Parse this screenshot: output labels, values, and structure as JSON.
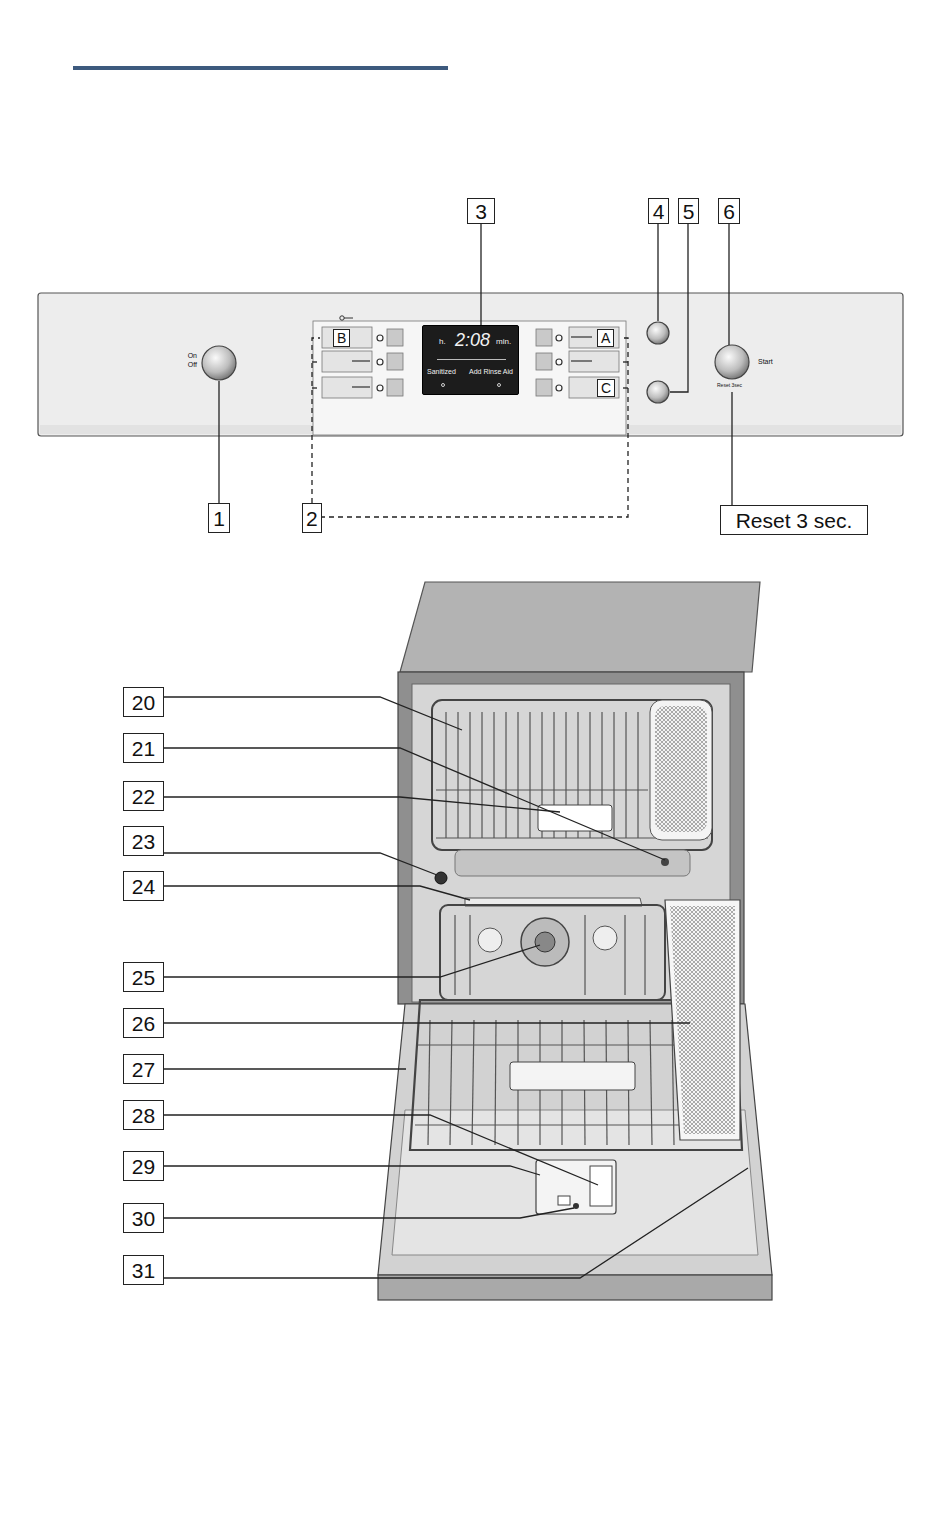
{
  "diagram": {
    "nodes": [
      {
        "text": [
          "h.",
          "2:08",
          "min.",
          "Sanitized",
          "Add Rinse Aid"
        ]
      }
    ],
    "labels": [
      "3",
      "4",
      "5",
      "6",
      "On",
      "Off",
      "B",
      "A",
      "C",
      "Start",
      "Reset 3sec",
      "1",
      "2",
      "Reset 3 sec.",
      "20",
      "21",
      "22",
      "23",
      "24",
      "25",
      "26",
      "27",
      "28",
      "29",
      "30",
      "31"
    ]
  }
}
